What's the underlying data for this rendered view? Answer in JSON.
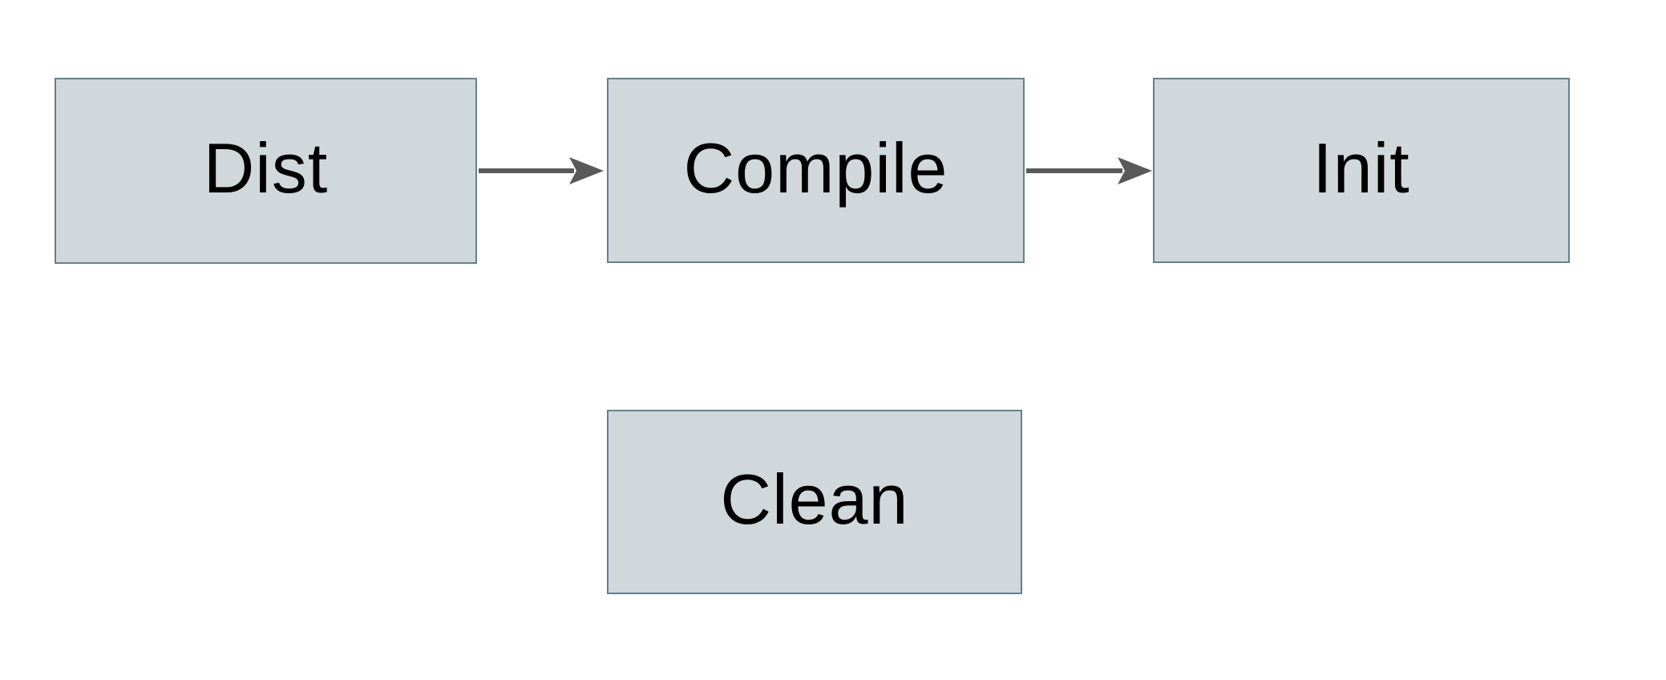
{
  "diagram": {
    "type": "flowchart",
    "colors": {
      "background": "#ffffff",
      "node_fill": "#d1d8db",
      "node_border": "#64808f",
      "arrow": "#595959",
      "text": "#000000"
    },
    "nodes": [
      {
        "id": "dist",
        "label": "Dist"
      },
      {
        "id": "compile",
        "label": "Compile"
      },
      {
        "id": "init",
        "label": "Init"
      },
      {
        "id": "clean",
        "label": "Clean"
      }
    ],
    "edges": [
      {
        "from": "dist",
        "to": "compile",
        "direction": "right"
      },
      {
        "from": "compile",
        "to": "init",
        "direction": "right"
      }
    ]
  }
}
